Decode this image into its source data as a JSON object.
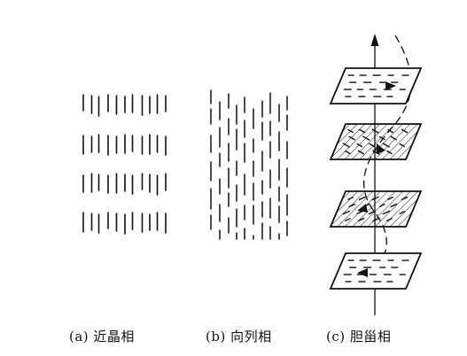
{
  "captions": {
    "a": "(a) 近晶相",
    "b": "(b) 向列相",
    "c": "(c) 胆甾相"
  },
  "colors": {
    "ink": "#111111",
    "paper": "#ffffff"
  }
}
